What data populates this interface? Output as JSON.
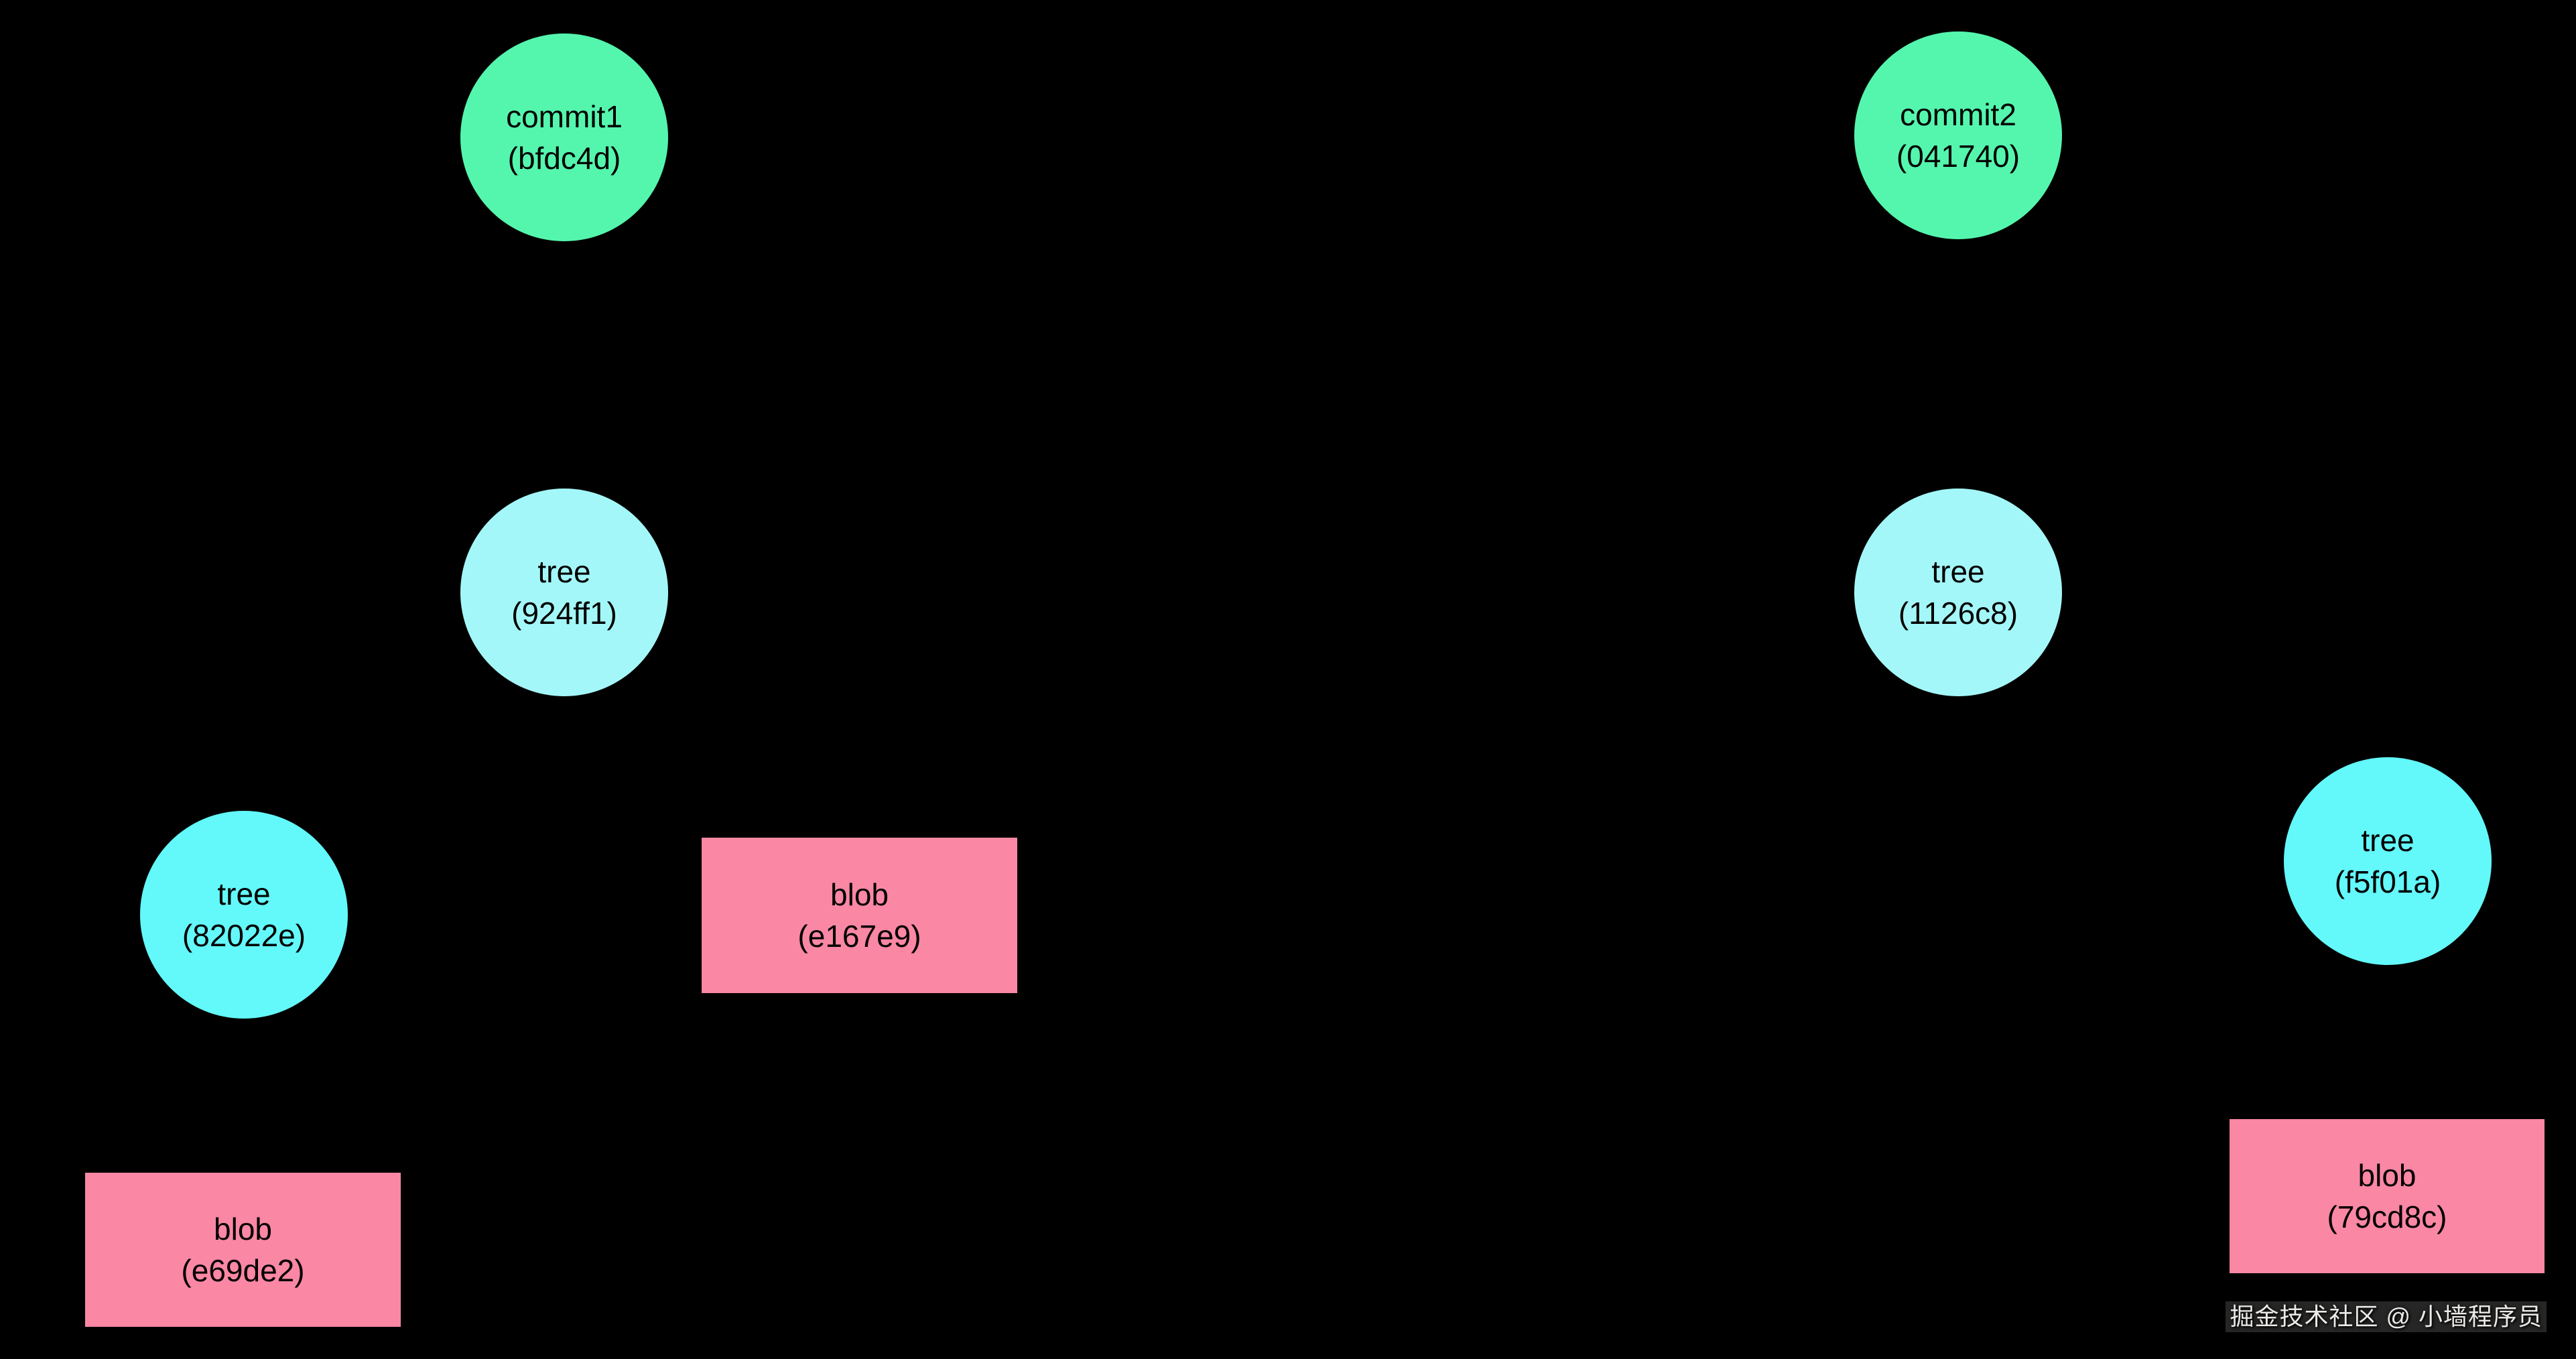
{
  "colors": {
    "background": "#000000",
    "commit": "#54f6ad",
    "tree_light": "#a4f7f8",
    "tree_cyan": "#63f8fa",
    "blob": "#fa87a4",
    "node_text": "#000000",
    "watermark_text": "#eceae7"
  },
  "diagram": {
    "kind": "git-object-graph",
    "nodes": [
      {
        "id": "commit1",
        "type": "commit",
        "shape": "circle",
        "label": "commit1",
        "hash": "(bfdc4d)"
      },
      {
        "id": "commit2",
        "type": "commit",
        "shape": "circle",
        "label": "commit2",
        "hash": "(041740)"
      },
      {
        "id": "tree-924ff1",
        "type": "tree",
        "shape": "circle",
        "label": "tree",
        "hash": "(924ff1)"
      },
      {
        "id": "tree-1126c8",
        "type": "tree",
        "shape": "circle",
        "label": "tree",
        "hash": "(1126c8)"
      },
      {
        "id": "tree-82022e",
        "type": "tree",
        "shape": "circle",
        "label": "tree",
        "hash": "(82022e)"
      },
      {
        "id": "tree-f5f01a",
        "type": "tree",
        "shape": "circle",
        "label": "tree",
        "hash": "(f5f01a)"
      },
      {
        "id": "blob-e167e9",
        "type": "blob",
        "shape": "rect",
        "label": "blob",
        "hash": "(e167e9)"
      },
      {
        "id": "blob-e69de2",
        "type": "blob",
        "shape": "rect",
        "label": "blob",
        "hash": "(e69de2)"
      },
      {
        "id": "blob-79cd8c",
        "type": "blob",
        "shape": "rect",
        "label": "blob",
        "hash": "(79cd8c)"
      }
    ]
  },
  "watermark": {
    "text": "掘金技术社区 @ 小墙程序员"
  }
}
